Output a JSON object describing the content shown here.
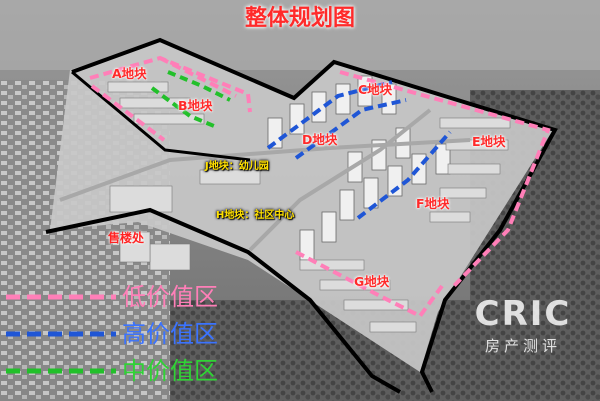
{
  "title": "整体规划图",
  "plots": {
    "A": "A地块",
    "B": "B地块",
    "C": "C地块",
    "D": "D地块",
    "E": "E地块",
    "F": "F地块",
    "G": "G地块",
    "J": "J地块：幼儿园",
    "H": "H地块：社区中心"
  },
  "sales_office": "售楼处",
  "legend": [
    {
      "label": "低价值区",
      "color": "#ff7fb8"
    },
    {
      "label": "高价值区",
      "color": "#1f56d6"
    },
    {
      "label": "中价值区",
      "color": "#22c02a"
    }
  ],
  "watermark": {
    "brand": "CRIC",
    "sub": "房产测评"
  },
  "colors": {
    "title": "#ff2a2a",
    "plot_label": "#ff2a2a",
    "facility_label": "#ffe000",
    "boundary": "#000000"
  }
}
